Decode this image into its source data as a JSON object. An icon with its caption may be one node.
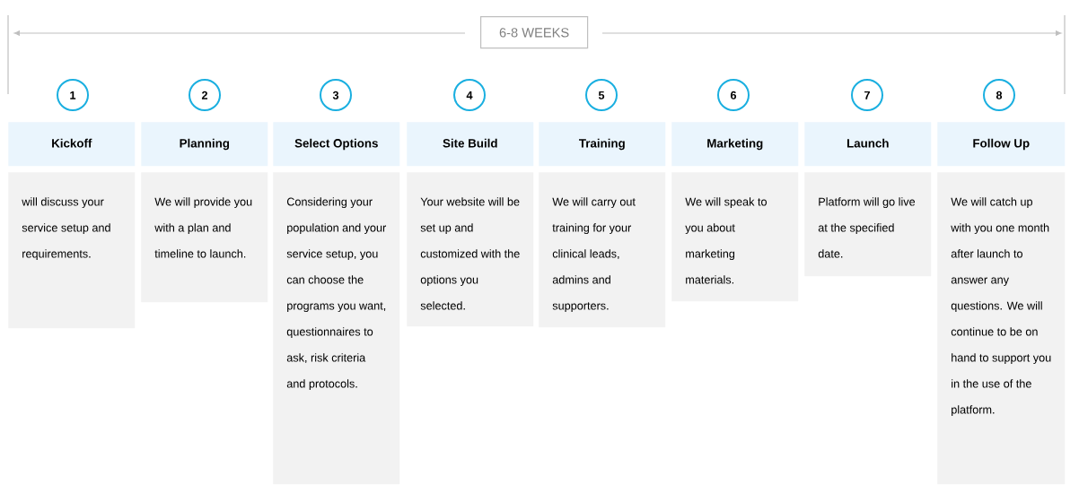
{
  "diagram": {
    "nodes": [
      {
        "text": [
          "6-8 WEEKS"
        ]
      },
      {
        "text": [
          "1"
        ]
      },
      {
        "text": [
          "Kickoff"
        ]
      },
      {
        "text": [
          "will discuss your service setup and requirements."
        ]
      },
      {
        "text": [
          "2"
        ]
      },
      {
        "text": [
          "Planning"
        ]
      },
      {
        "text": [
          "We will provide you with a plan and timeline to launch."
        ]
      },
      {
        "text": [
          "3"
        ]
      },
      {
        "text": [
          "Select Options"
        ]
      },
      {
        "text": [
          "Considering your population and your service setup, you can choose the programs you want, questionnaires to ask, risk criteria and protocols."
        ]
      },
      {
        "text": [
          "4"
        ]
      },
      {
        "text": [
          "Site Build"
        ]
      },
      {
        "text": [
          "Your website will be set up and customized with the options you selected."
        ]
      },
      {
        "text": [
          "5"
        ]
      },
      {
        "text": [
          "Training"
        ]
      },
      {
        "text": [
          "We will carry out training for your clinical leads, admins and supporters."
        ]
      },
      {
        "text": [
          "6"
        ]
      },
      {
        "text": [
          "Marketing"
        ]
      },
      {
        "text": [
          "We will speak to you about marketing materials."
        ]
      },
      {
        "text": [
          "7"
        ]
      },
      {
        "text": [
          "Launch"
        ]
      },
      {
        "text": [
          "Platform will go live at the specified date."
        ]
      },
      {
        "text": [
          "8"
        ]
      },
      {
        "text": [
          "Follow Up"
        ]
      },
      {
        "text": [
          "We will catch up with you one month after launch to answer any questions. We will continue to be on hand to support you in the use of the platform."
        ]
      }
    ]
  }
}
